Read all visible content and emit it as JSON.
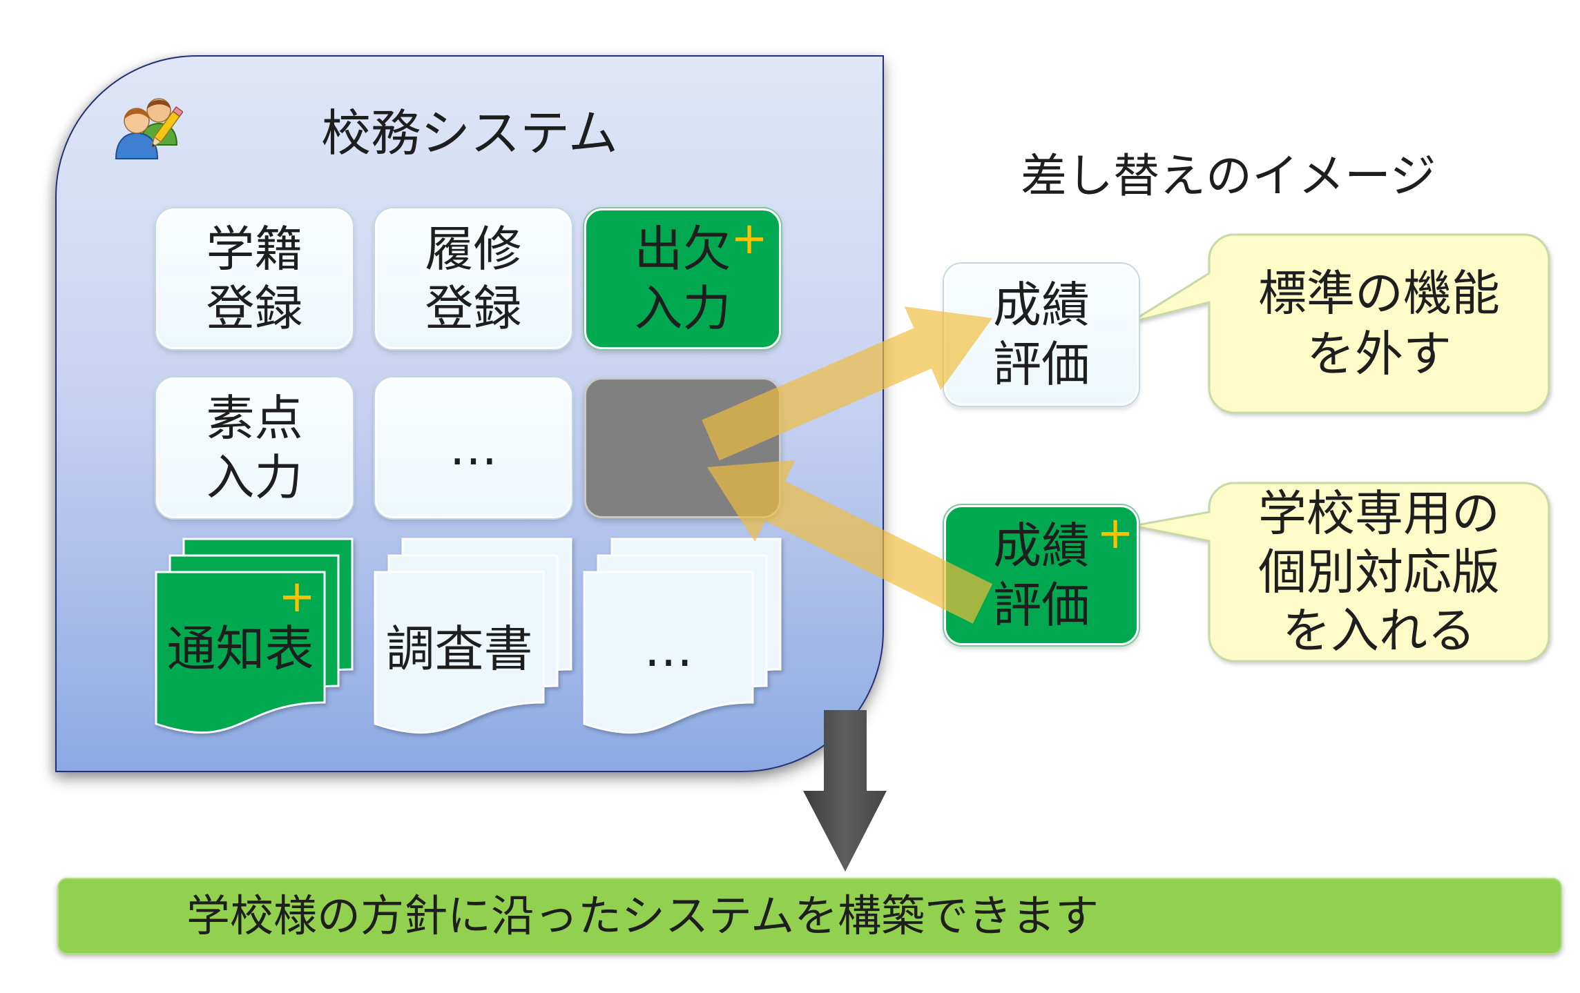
{
  "system_panel": {
    "title": "校務システム",
    "icon": "users-pencil-icon",
    "modules": [
      {
        "lines": [
          "学籍",
          "登録"
        ]
      },
      {
        "lines": [
          "履修",
          "登録"
        ]
      },
      {
        "lines": [
          "出欠",
          "入力"
        ],
        "plus": "+"
      },
      {
        "lines": [
          "素点",
          "入力"
        ]
      },
      {
        "lines": [
          "…"
        ]
      },
      {
        "lines": []
      }
    ],
    "documents": [
      {
        "label": "通知表",
        "plus": "+"
      },
      {
        "label": "調査書"
      },
      {
        "label": "…"
      }
    ]
  },
  "replacement": {
    "heading": "差し替えのイメージ",
    "standard_module": {
      "lines": [
        "成績",
        "評価"
      ]
    },
    "standard_note": {
      "lines": [
        "標準の機能",
        "を外す"
      ]
    },
    "custom_module": {
      "lines": [
        "成績",
        "評価"
      ],
      "plus": "+"
    },
    "custom_note": {
      "lines": [
        "学校専用の",
        "個別対応版",
        "を入れる"
      ]
    }
  },
  "result_banner": {
    "text": "学校様の方針に沿ったシステムを構築できます",
    "icon": "down-arrow-icon"
  },
  "colors": {
    "panel_top": "#e0e6f7",
    "panel_bottom": "#8eaae3",
    "tile_light": "#eef7fb",
    "custom_green": "#00a84f",
    "replaced_gray": "#808080",
    "plus_yellow": "#ffc000",
    "arrow_yellow": "#f0bd3c",
    "callout_fill": "#fdfcc8",
    "banner_green": "#92d050",
    "down_arrow": "#555555"
  }
}
